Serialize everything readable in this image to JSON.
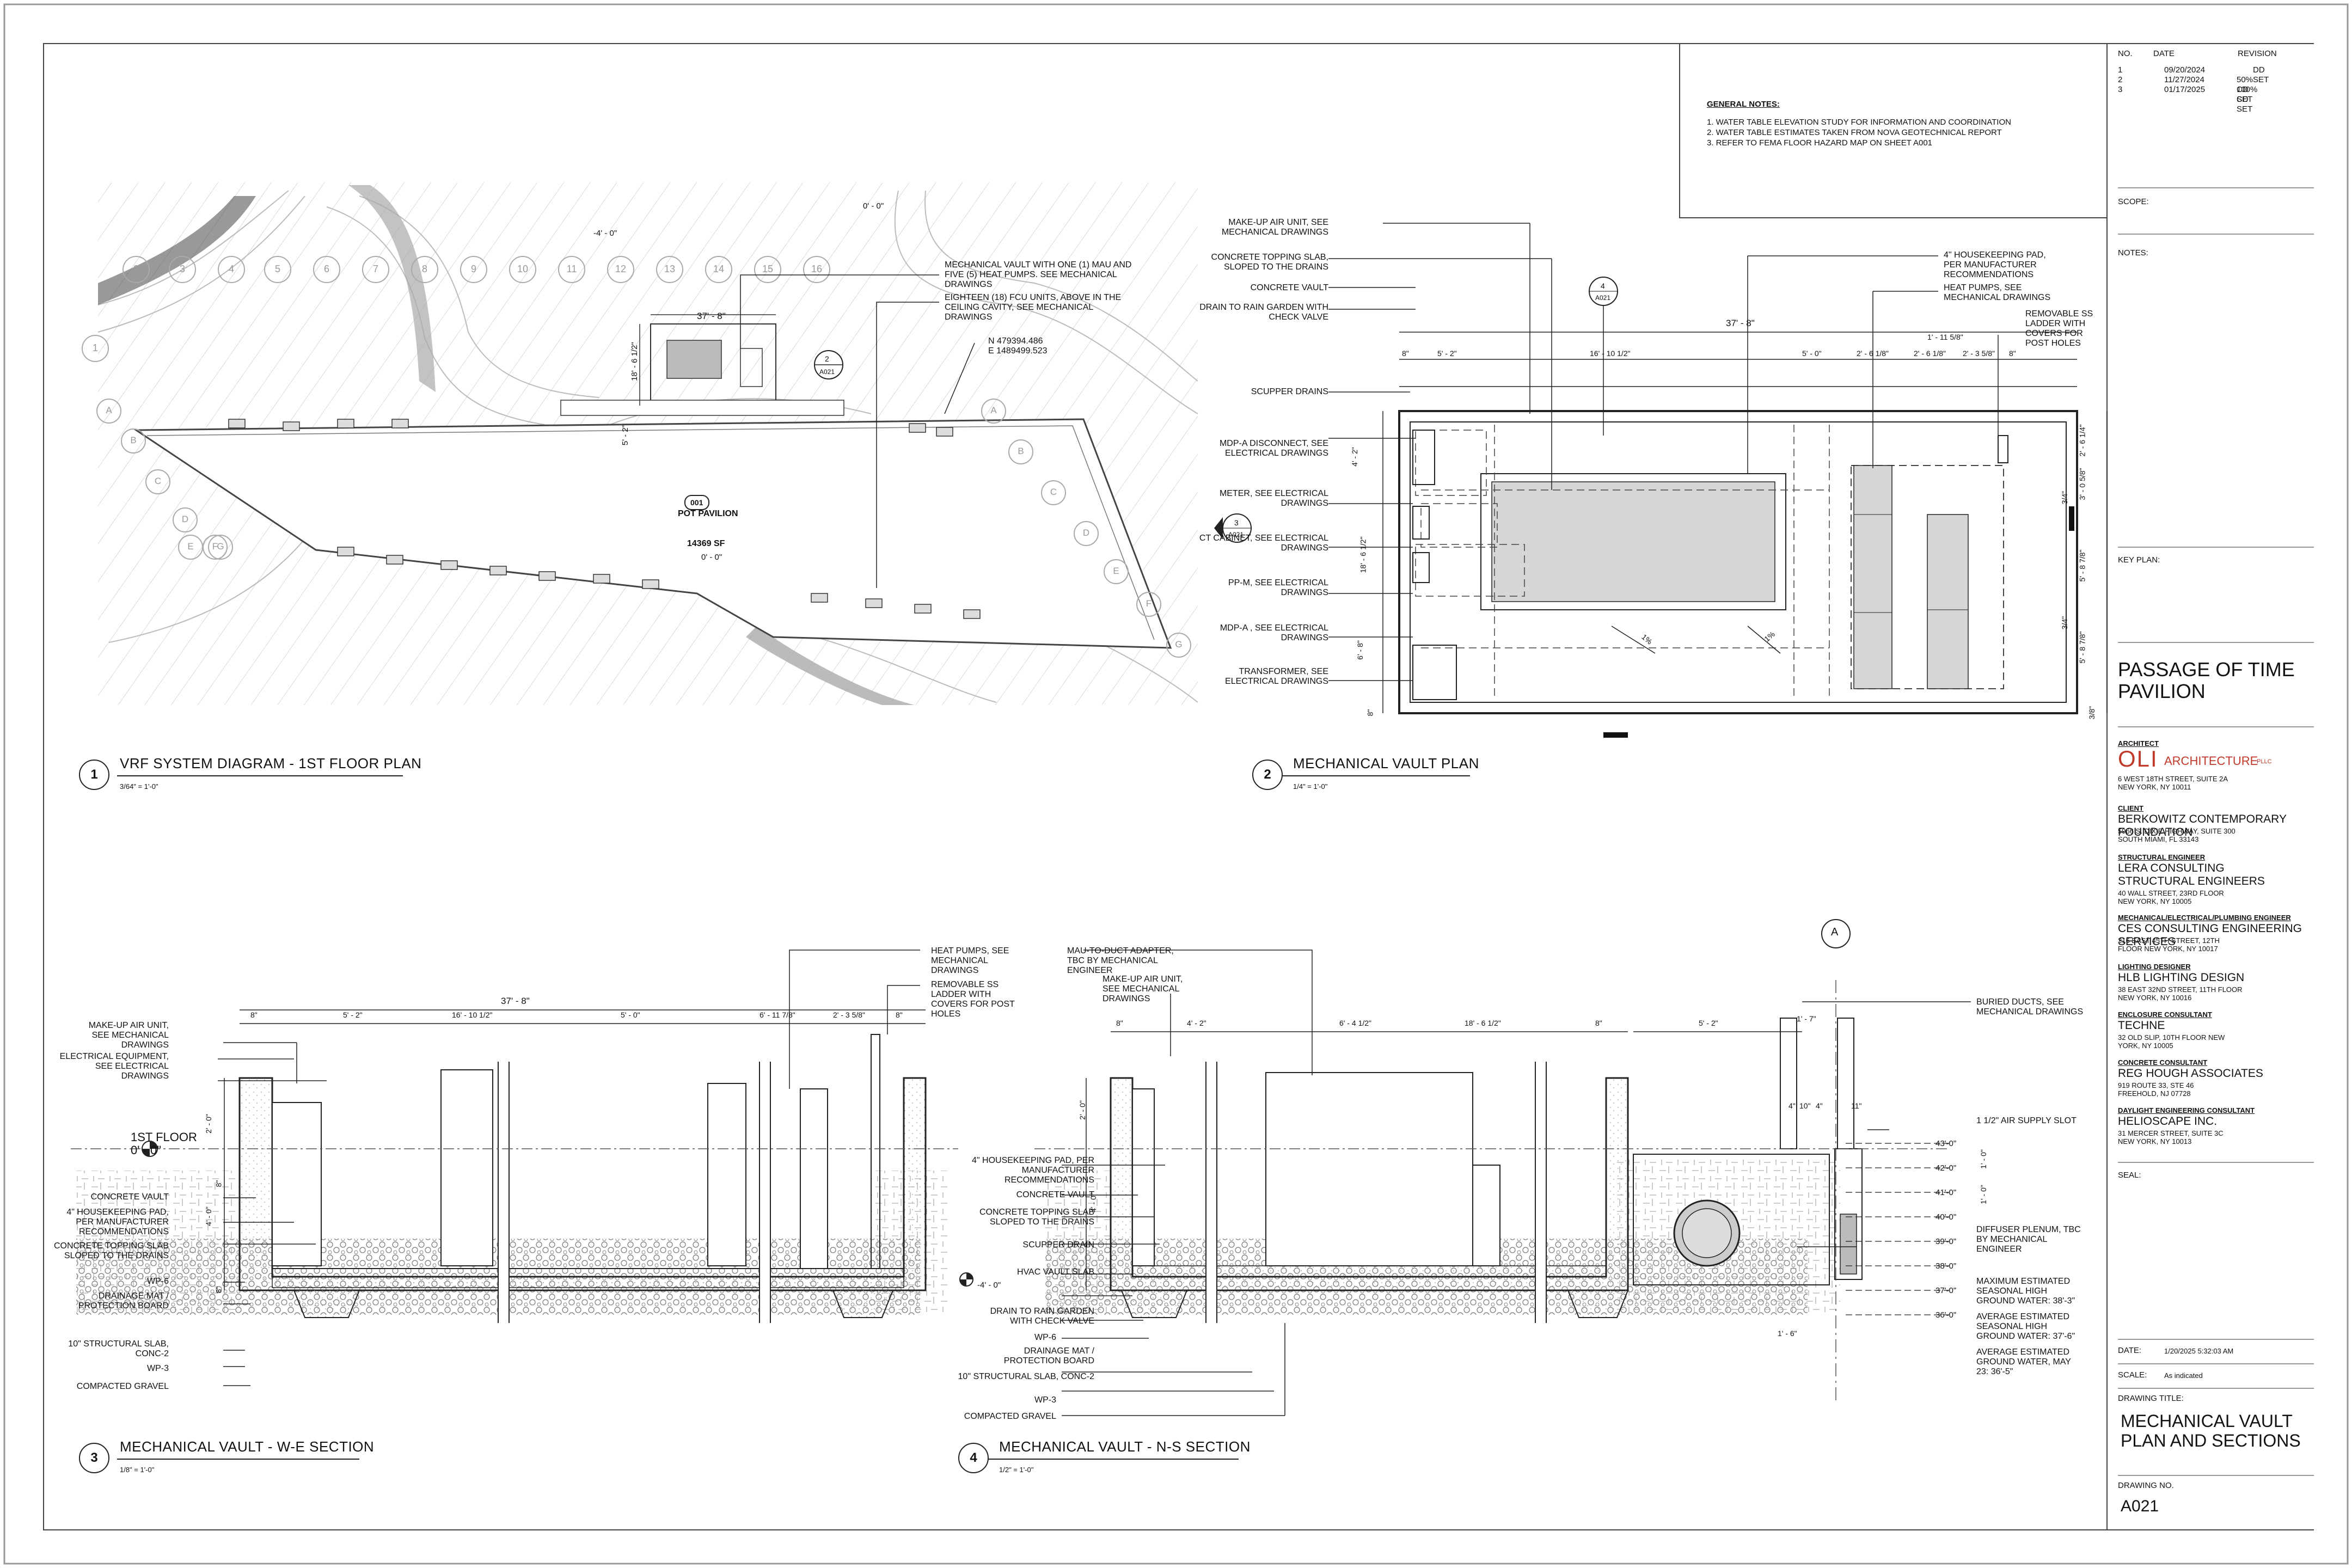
{
  "revisions": {
    "headers": [
      "NO.",
      "DATE",
      "REVISION"
    ],
    "rows": [
      [
        "1",
        "09/20/2024",
        "DD SET"
      ],
      [
        "2",
        "11/27/2024",
        "50% CD SET"
      ],
      [
        "3",
        "01/17/2025",
        "100% CD SET"
      ]
    ]
  },
  "titleblock": {
    "scope": "SCOPE:",
    "notes": "NOTES:",
    "key_plan": "KEY PLAN:",
    "project": "PASSAGE OF TIME PAVILION",
    "architect_label": "ARCHITECT",
    "architect_logo": "OLI",
    "architect_name": "ARCHITECTURE",
    "architect_suffix": "PLLC",
    "architect_addr": "6 WEST 18TH STREET, SUITE 2A NEW YORK, NY 10011",
    "client_label": "CLIENT",
    "client_name": "BERKOWITZ CONTEMPORARY FOUNDATION",
    "client_addr": "5966 S. DIXIE HIGHWAY, SUITE 300 SOUTH MIAMI, FL 33143",
    "structural_label": "STRUCTURAL ENGINEER",
    "structural_name": "LERA CONSULTING STRUCTURAL ENGINEERS",
    "structural_addr": "40 WALL STREET, 23RD FLOOR NEW YORK, NY 10005",
    "mep_label": "MECHANICAL/ELECTRICAL/PLUMBING ENGINEER",
    "mep_name": "CES CONSULTING ENGINEERING SERVICES",
    "mep_addr": "216 EAST 45TH STREET, 12TH FLOOR NEW YORK, NY 10017",
    "lighting_label": "LIGHTING DESIGNER",
    "lighting_name": "HLB LIGHTING DESIGN",
    "lighting_addr": "38 EAST 32ND STREET, 11TH FLOOR NEW YORK, NY 10016",
    "enclosure_label": "ENCLOSURE CONSULTANT",
    "enclosure_name": "TECHNE",
    "enclosure_addr": "32 OLD SLIP, 10TH FLOOR NEW YORK, NY 10005",
    "concrete_label": "CONCRETE CONSULTANT",
    "concrete_name": "REG HOUGH ASSOCIATES",
    "concrete_addr": "919 ROUTE 33, STE 46 FREEHOLD, NJ 07728",
    "daylight_label": "DAYLIGHT ENGINEERING CONSULTANT",
    "daylight_name": "HELIOSCAPE INC.",
    "daylight_addr": "31 MERCER STREET, SUITE 3C NEW YORK, NY 10013",
    "seal": "SEAL:",
    "date_label": "DATE:",
    "date_value": "1/20/2025 5:32:03 AM",
    "scale_label": "SCALE:",
    "scale_value": "As indicated",
    "drawing_title_label": "DRAWING TITLE:",
    "drawing_title": "MECHANICAL VAULT PLAN AND SECTIONS",
    "drawing_no_label": "DRAWING NO.",
    "drawing_no": "A021"
  },
  "general_notes": {
    "title": "GENERAL NOTES:",
    "items": [
      "1. WATER TABLE ELEVATION STUDY FOR INFORMATION AND COORDINATION",
      "2. WATER TABLE ESTIMATES TAKEN FROM NOVA GEOTECHNICAL REPORT",
      "3. REFER TO FEMA FLOOR HAZARD MAP ON SHEET A001"
    ]
  },
  "views": [
    {
      "num": "1",
      "title": "VRF SYSTEM DIAGRAM - 1ST FLOOR PLAN",
      "scale": "3/64\" = 1'-0\""
    },
    {
      "num": "2",
      "title": "MECHANICAL VAULT PLAN",
      "scale": "1/4\" = 1'-0\""
    },
    {
      "num": "3",
      "title": "MECHANICAL VAULT - W-E SECTION",
      "scale": "1/8\" = 1'-0\""
    },
    {
      "num": "4",
      "title": "MECHANICAL VAULT - N-S SECTION",
      "scale": "1/2\" = 1'-0\""
    }
  ],
  "view1": {
    "grid_numbers": [
      "1",
      "2",
      "3",
      "4",
      "5",
      "6",
      "7",
      "8",
      "9",
      "10",
      "11",
      "12",
      "13",
      "14",
      "15",
      "16"
    ],
    "grid_letters": [
      "A",
      "B",
      "C",
      "D",
      "E",
      "F",
      "G"
    ],
    "pavilion_name": "POT PAVILION",
    "pavilion_no": "001",
    "pavilion_area": "14369 SF",
    "elev_pavilion": "0' - 0\"",
    "elev_top": "0' - 0\"",
    "elev_vault": "-4' - 0\"",
    "dim_width": "37' - 8\"",
    "dim_height": "18' - 6 1/2\"",
    "dim_side": "5' - 2\"",
    "coord_n": "N 479394.486",
    "coord_e": "E 1489499.523",
    "tag_num": "2",
    "tag_sheet": "A021",
    "note_mau": "MECHANICAL VAULT WITH ONE (1) MAU AND FIVE (5) HEAT PUMPS. SEE MECHANICAL DRAWINGS",
    "note_fcu": "EIGHTEEN (18) FCU UNITS, ABOVE IN THE CEILING CAVITY, SEE MECHANICAL DRAWINGS"
  },
  "view2": {
    "left_notes": [
      "MAKE-UP AIR UNIT, SEE MECHANICAL DRAWINGS",
      "CONCRETE TOPPING SLAB, SLOPED TO THE DRAINS",
      "CONCRETE VAULT",
      "DRAIN TO RAIN GARDEN WITH CHECK VALVE",
      "SCUPPER DRAINS",
      "MDP-A DISCONNECT, SEE ELECTRICAL DRAWINGS",
      "METER, SEE ELECTRICAL DRAWINGS",
      "CT CABINET, SEE ELECTRICAL DRAWINGS",
      "PP-M, SEE ELECTRICAL DRAWINGS",
      "MDP-A , SEE ELECTRICAL DRAWINGS",
      "TRANSFORMER, SEE ELECTRICAL DRAWINGS"
    ],
    "right_notes": [
      "4\" HOUSEKEEPING PAD, PER MANUFACTURER RECOMMENDATIONS",
      "HEAT PUMPS, SEE MECHANICAL DRAWINGS",
      "REMOVABLE SS LADDER WITH COVERS FOR POST HOLES"
    ],
    "dims_top": [
      "37' - 8\"",
      "8\"",
      "5' - 2\"",
      "16' - 10 1/2\"",
      "5' - 0\"",
      "2' - 6 1/8\"",
      "2' - 6 1/8\"",
      "2' - 3 5/8\"",
      "1' - 11 5/8\"",
      "8\""
    ],
    "dims_left": [
      "4' - 2\"",
      "18' - 6 1/2\"",
      "6' - 8\"",
      "8\""
    ],
    "dims_right": [
      "2' - 6 1/4\"",
      "3' - 0 5/8\"",
      "5' - 8 7/8\"",
      "5' - 8 7/8\"",
      "3/8\"",
      "3/4\"",
      "3/4\""
    ],
    "tag_a_num": "4",
    "tag_a_sheet": "A021",
    "tag_b_num": "3",
    "tag_b_sheet": "A021",
    "slope": "1%"
  },
  "view3": {
    "left_notes": [
      "MAKE-UP AIR UNIT, SEE MECHANICAL DRAWINGS",
      "ELECTRICAL EQUIPMENT, SEE ELECTRICAL DRAWINGS",
      "CONCRETE VAULT",
      "4\" HOUSEKEEPING PAD, PER MANUFACTURER RECOMMENDATIONS",
      "CONCRETE TOPPING SLAB SLOPED TO THE DRAINS",
      "WP-6",
      "DRAINAGE MAT / PROTECTION BOARD",
      "10\" STRUCTURAL SLAB, CONC-2",
      "WP-3",
      "COMPACTED GRAVEL"
    ],
    "top_notes": [
      "HEAT PUMPS, SEE MECHANICAL DRAWINGS",
      "REMOVABLE SS LADDER WITH COVERS FOR POST HOLES"
    ],
    "level_name": "1ST FLOOR",
    "level_elev": "0' - 0\"",
    "dims": [
      "37' - 8\"",
      "8\"",
      "5' - 2\"",
      "16' - 10 1/2\"",
      "5' - 0\"",
      "6' - 11 7/8\"",
      "2' - 3 5/8\"",
      "8\""
    ],
    "vdims": [
      "2' - 0\"",
      "4' - 0\"",
      "8\"",
      "8\""
    ]
  },
  "view4": {
    "left_notes": [
      "4\" HOUSEKEEPING PAD, PER MANUFACTURER RECOMMENDATIONS",
      "CONCRETE VAULT",
      "CONCRETE TOPPING SLAB SLOPED TO THE DRAINS",
      "SCUPPER DRAIN",
      "HVAC VAULT SLAB",
      "DRAIN TO RAIN GARDEN WITH CHECK VALVE",
      "WP-6",
      "DRAINAGE MAT / PROTECTION BOARD",
      "10\" STRUCTURAL SLAB, CONC-2",
      "WP-3",
      "COMPACTED GRAVEL"
    ],
    "slab_elev": "-4' - 0\"",
    "top_notes": [
      "MAU-TO-DUCT ADAPTER, TBC BY MECHANICAL ENGINEER",
      "MAKE-UP AIR UNIT, SEE MECHANICAL DRAWINGS"
    ],
    "right_notes": [
      "BURIED DUCTS, SEE MECHANICAL DRAWINGS",
      "1 1/2\" AIR SUPPLY SLOT",
      "DIFFUSER PLENUM, TBC BY MECHANICAL ENGINEER",
      "MAXIMUM ESTIMATED SEASONAL HIGH GROUND WATER: 38'-3\"",
      "AVERAGE ESTIMATED SEASONAL HIGH GROUND WATER: 37'-6\"",
      "AVERAGE ESTIMATED GROUND WATER, MAY 23: 36'-5\""
    ],
    "elevations": [
      "43'-0\"",
      "42'-0\"",
      "41'-0\"",
      "40'-0\"",
      "39'-0\"",
      "38'-0\"",
      "37'-0\"",
      "36'-0\""
    ],
    "dims": [
      "8\"",
      "4' - 2\"",
      "6' - 4 1/2\"",
      "18' - 6 1/2\"",
      "8\"",
      "5' - 2\"",
      "1' - 7\"",
      "4\"",
      "10\"",
      "4\"",
      "11\"",
      "1' - 6\"",
      "2' - 0\"",
      "1' - 0\"",
      "1' - 0\"",
      "4' - 0\""
    ],
    "grid": "A"
  }
}
